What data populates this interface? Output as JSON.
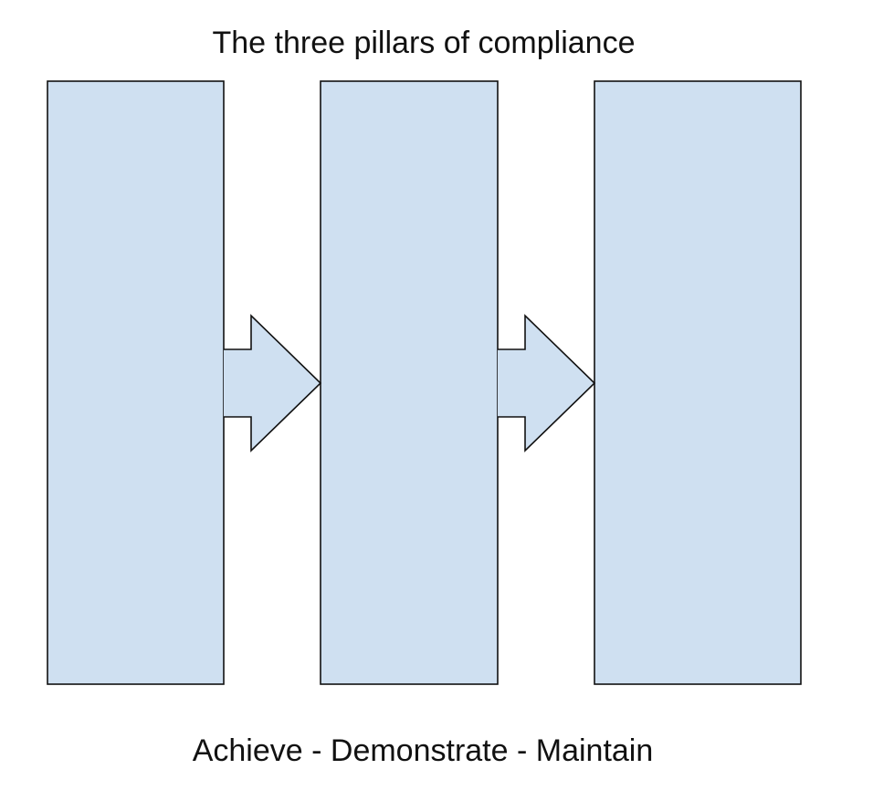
{
  "diagram": {
    "title": "The three pillars of compliance",
    "caption": "Achieve - Demonstrate - Maintain",
    "pillar_count": 3,
    "arrow_count": 2,
    "fill_color": "#cfe0f1",
    "stroke_color": "#111111",
    "text_color": "#111111",
    "background_color": "#ffffff"
  }
}
